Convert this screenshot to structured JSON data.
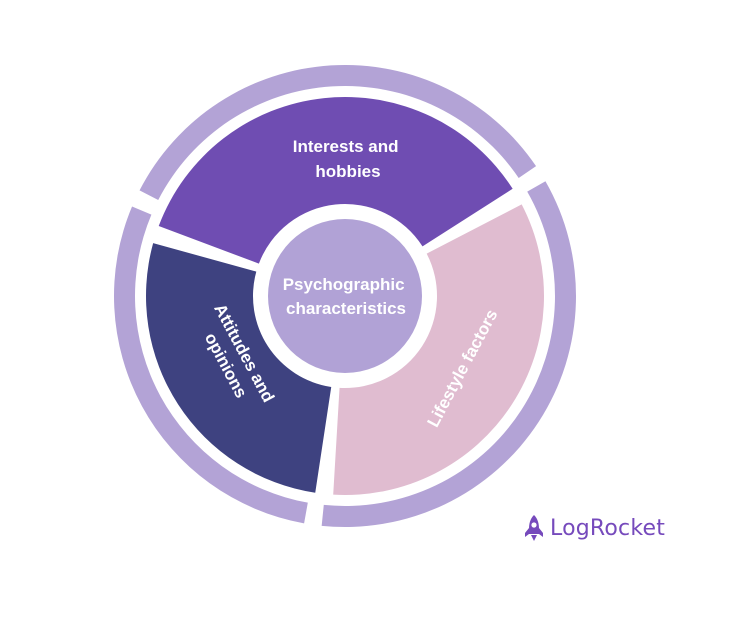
{
  "diagram": {
    "center": {
      "line1": "Psychographic",
      "line2": "characteristics"
    },
    "segments": [
      {
        "line1": "Interests and",
        "line2": "hobbies"
      },
      {
        "line1": "Lifestyle factors",
        "line2": ""
      },
      {
        "line1": "Attitudes and",
        "line2": "opinions"
      }
    ]
  },
  "brand": {
    "name": "LogRocket",
    "icon": "rocket-icon"
  },
  "colors": {
    "outer_ring": "#B3A3D6",
    "interests": "#6F4DB2",
    "lifestyle": "#E0BCD0",
    "attitudes": "#3E4280",
    "center": "#B1A2D6",
    "brand": "#764ABC"
  }
}
